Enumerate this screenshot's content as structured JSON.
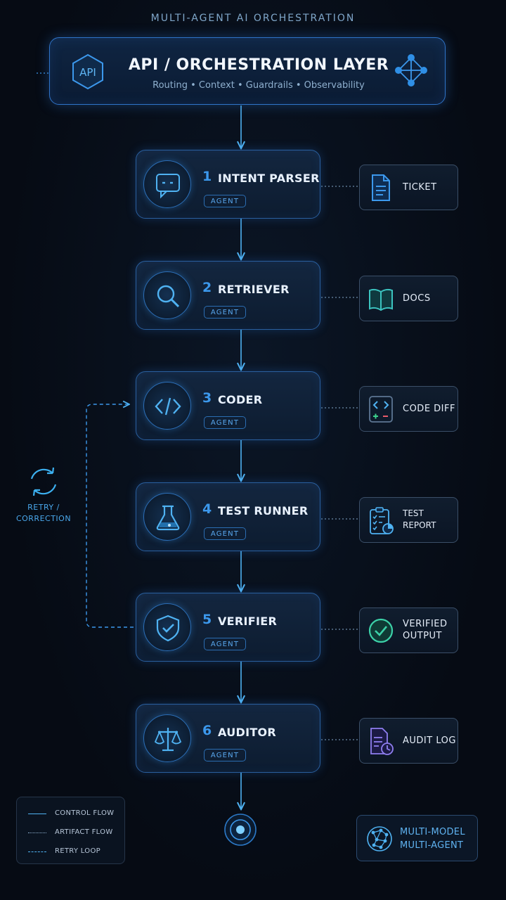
{
  "page_title": "MULTI-AGENT AI ORCHESTRATION",
  "header": {
    "title": "API / ORCHESTRATION LAYER",
    "subtitle": "Routing  •  Context  •  Guardrails  •  Observability",
    "api_label": "API",
    "network_icon": "network-nodes-icon"
  },
  "agents": [
    {
      "number": "1",
      "name": "INTENT PARSER",
      "badge": "AGENT",
      "icon": "chat-icon"
    },
    {
      "number": "2",
      "name": "RETRIEVER",
      "badge": "AGENT",
      "icon": "search-icon"
    },
    {
      "number": "3",
      "name": "CODER",
      "badge": "AGENT",
      "icon": "code-icon"
    },
    {
      "number": "4",
      "name": "TEST RUNNER",
      "badge": "AGENT",
      "icon": "flask-icon"
    },
    {
      "number": "5",
      "name": "VERIFIER",
      "badge": "AGENT",
      "icon": "shield-check-icon"
    },
    {
      "number": "6",
      "name": "AUDITOR",
      "badge": "AGENT",
      "icon": "scales-icon"
    }
  ],
  "artifacts": [
    {
      "label": "TICKET",
      "icon": "document-icon"
    },
    {
      "label": "DOCS",
      "icon": "book-icon"
    },
    {
      "label": "CODE DIFF",
      "icon": "code-diff-icon"
    },
    {
      "label": "TEST REPORT",
      "icon": "checklist-icon"
    },
    {
      "label": "VERIFIED\nOUTPUT",
      "icon": "check-circle-icon"
    },
    {
      "label": "AUDIT LOG",
      "icon": "log-clock-icon"
    }
  ],
  "retry": {
    "label": "RETRY /\nCORRECTION",
    "icon": "refresh-icon"
  },
  "legend": {
    "items": [
      {
        "label": "CONTROL FLOW",
        "style": "solid"
      },
      {
        "label": "ARTIFACT FLOW",
        "style": "dotted"
      },
      {
        "label": "RETRY LOOP",
        "style": "dashed"
      }
    ]
  },
  "multi_model": {
    "label": "MULTI-MODEL\nMULTI-AGENT",
    "icon": "brain-network-icon"
  },
  "colors": {
    "accent": "#3c98ec",
    "border": "#2a5f9e",
    "background": "#060b14",
    "artifact_border": "#3b4f68"
  }
}
